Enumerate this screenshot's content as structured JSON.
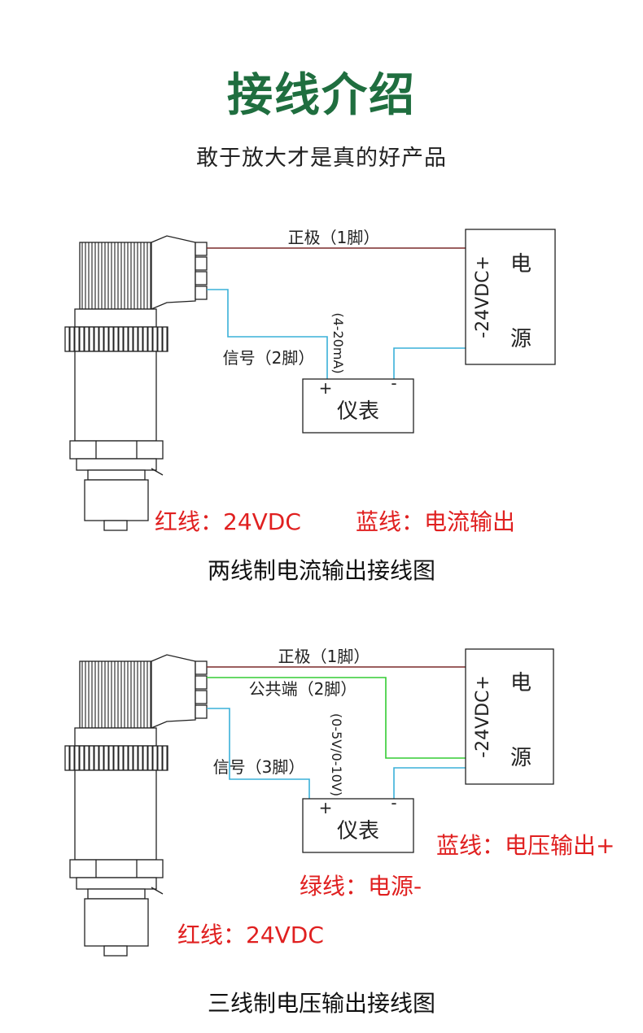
{
  "header": {
    "title": "接线介绍",
    "subtitle": "敢于放大才是真的好产品"
  },
  "colors": {
    "title_green": "#1f6e3f",
    "wire_red": "#7a2a2a",
    "wire_blue": "#3ab0d8",
    "wire_green": "#33cc33",
    "note_red": "#e02020"
  },
  "diagram1": {
    "wire_positive": "正极（1脚）",
    "wire_signal": "信号（2脚）",
    "range": "(4-20mA)",
    "power_voltage": "-24VDC+",
    "power_char1": "电",
    "power_char2": "源",
    "meter_label": "仪表",
    "meter_plus": "+",
    "meter_minus": "-",
    "note_red": "红线：24VDC",
    "note_blue": "蓝线：电流输出",
    "caption": "两线制电流输出接线图"
  },
  "diagram2": {
    "wire_positive": "正极（1脚）",
    "wire_common": "公共端（2脚）",
    "wire_signal": "信号（3脚）",
    "range": "(0-5V/0-10V)",
    "power_voltage": "-24VDC+",
    "power_char1": "电",
    "power_char2": "源",
    "meter_label": "仪表",
    "meter_plus": "+",
    "meter_minus": "-",
    "note_blue": "蓝线：电压输出+",
    "note_green": "绿线：电源-",
    "note_red": "红线：24VDC",
    "caption": "三线制电压输出接线图"
  }
}
